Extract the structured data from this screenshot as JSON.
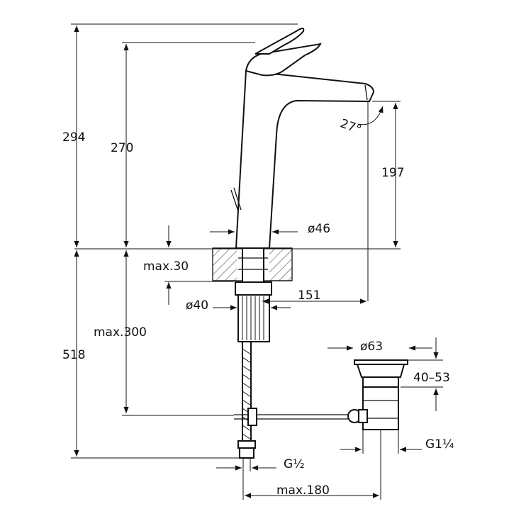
{
  "dimensions": {
    "total_height_top": "294",
    "spout_height": "270",
    "spout_outlet_height": "197",
    "spout_angle": "27°",
    "body_diameter": "ø46",
    "max_deck_thickness": "max.30",
    "shank_diameter": "ø40",
    "spout_reach": "151",
    "max_hose_length": "max.300",
    "total_height_bottom": "518",
    "waste_diameter": "ø63",
    "waste_range": "40–53",
    "waste_thread": "G1¼",
    "hose_thread": "G½",
    "max_distance": "max.180"
  }
}
